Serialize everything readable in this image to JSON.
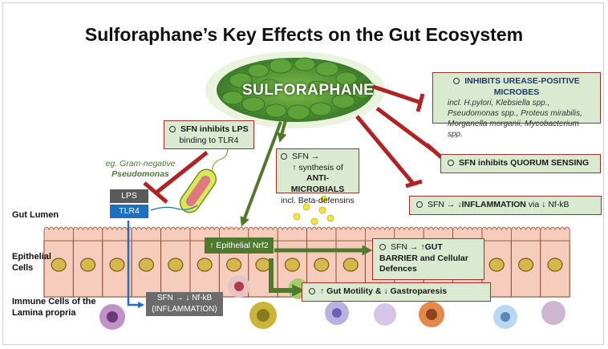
{
  "title": "Sulforaphane’s Key Effects on the Gut Ecosystem",
  "center_label": "SULFORAPHANE",
  "regions": {
    "gut_lumen": "Gut Lumen",
    "epithelial_line1": "Epithelial",
    "epithelial_line2": "Cells",
    "immune_line1": "Immune Cells of the",
    "immune_line2": "Lamina propria"
  },
  "pathogen": {
    "eg_line": "eg. Gram-negative",
    "name": "Pseudomonas"
  },
  "receptors": {
    "lps": "LPS",
    "tlr4": "TLR4"
  },
  "boxes": {
    "lps": {
      "bold": "SFN inhibits LPS",
      "rest": "binding to TLR4"
    },
    "urease": {
      "bold": "INHIBITS UREASE-POSITIVE MICROBES",
      "italic": "incl. H.pylori, Klebsiella spp., Pseudomonas spp., Proteus mirabilis, Morganella morganii, Mycobacterium spp."
    },
    "quorum": {
      "text": "SFN inhibits QUORUM SENSING"
    },
    "antimicrobial": {
      "line1": "SFN →",
      "line2": "↑ synthesis of",
      "bold": "ANTI-MICROBIALS",
      "line4": "incl. Beta-defensins"
    },
    "inflammation": {
      "pre": "SFN → ",
      "bold": "↓INFLAMMATION",
      "post": " via ↓ Nf-kB"
    },
    "barrier": {
      "pre": "SFN → ",
      "bold": "↑GUT BARRIER and Cellular Defences"
    },
    "motility": {
      "text": "↑ Gut Motility & ↓ Gastroparesis"
    },
    "nrf2": {
      "text": "↑ Epithelial Nrf2"
    },
    "nfkb": {
      "line1": "SFN → ↓ Nf-kB",
      "line2": "(INFLAMMATION)"
    }
  },
  "colors": {
    "box_fill": "#d9ead0",
    "box_border": "#a0322e",
    "inhibit_red": "#b22222",
    "arrow_green": "#4f7a2e",
    "tlr4_blue": "#1f6fc0",
    "lps_grey": "#5a5a5a",
    "nfkb_grey": "#6b6b6b"
  }
}
